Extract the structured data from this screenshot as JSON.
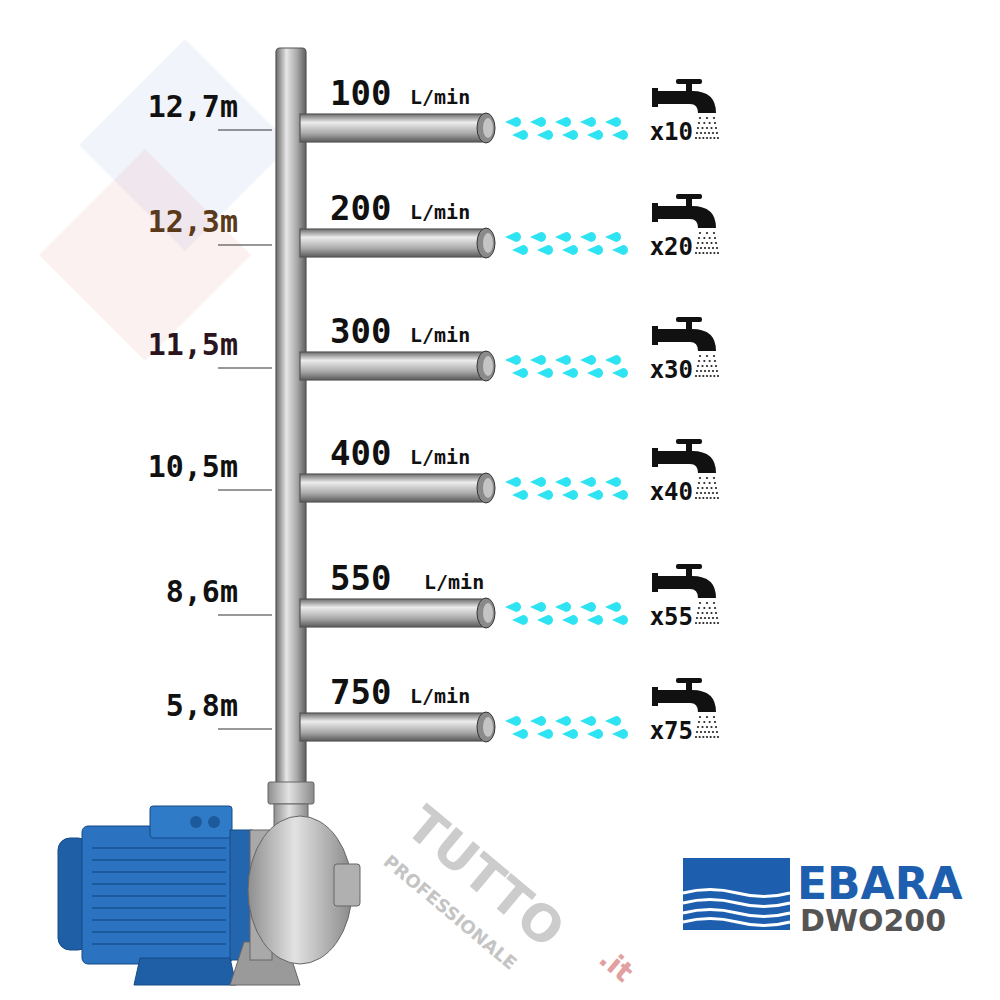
{
  "diagram": {
    "labels": [
      "12,7m",
      "100",
      "L/min",
      "x10",
      "12,3m",
      "200",
      "L/min",
      "x20",
      "11,5m",
      "300",
      "L/min",
      "x30",
      "10,5m",
      "400",
      "L/min",
      "x40",
      "8,6m",
      "550",
      "L/min",
      "x55",
      "5,8m",
      "750",
      "L/min",
      "x75",
      "EBARA",
      "DWO200",
      "TUTTO",
      "PROFESSIONALE",
      ".it"
    ]
  }
}
